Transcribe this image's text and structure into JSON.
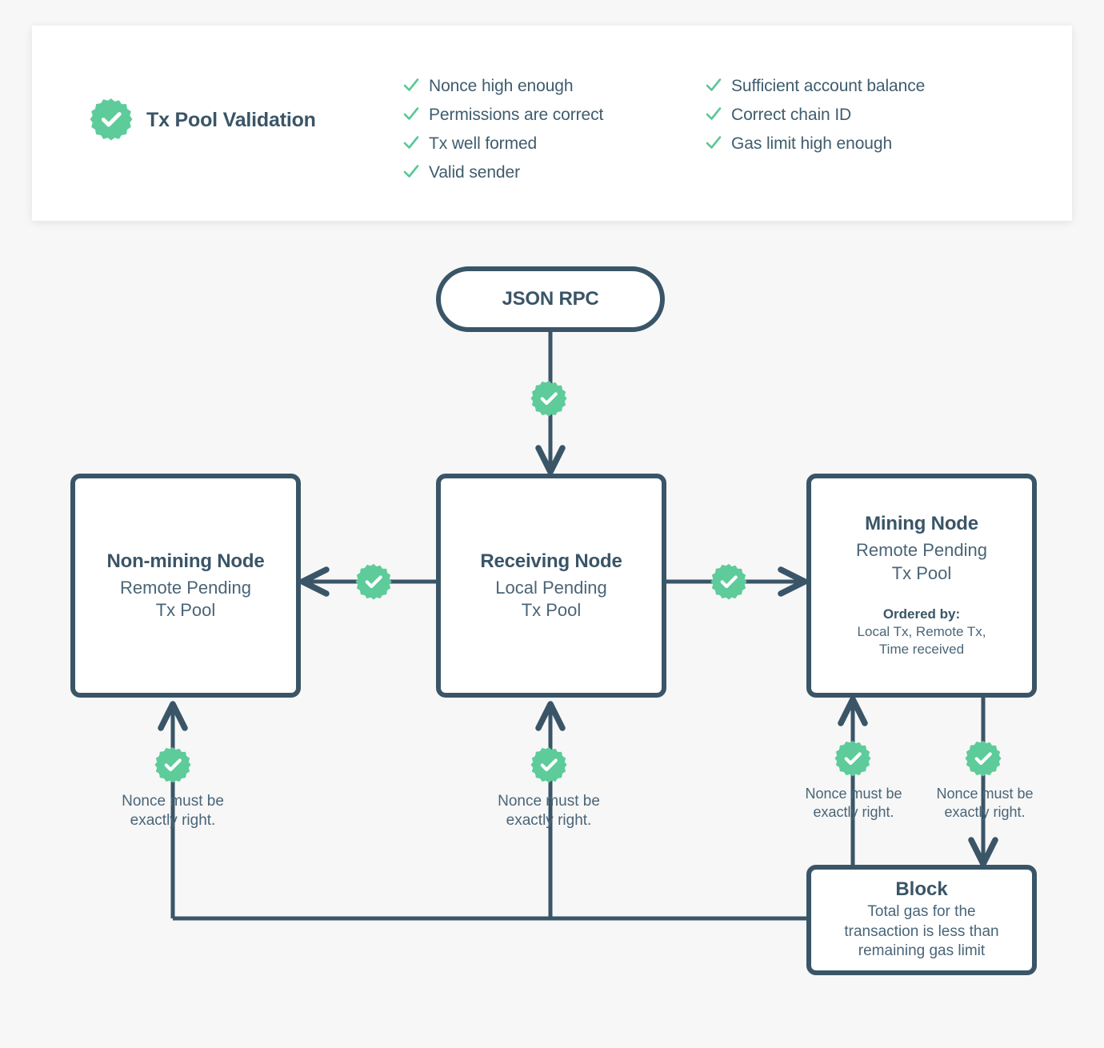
{
  "colors": {
    "background": "#f7f7f7",
    "card": "#ffffff",
    "ink": "#3a5567",
    "ink_soft": "#4a6577",
    "accent_green": "#5ecb9a",
    "check_green": "#59c896"
  },
  "header": {
    "badge_icon": "check-badge-icon",
    "title": "Tx Pool Validation",
    "checks_left": [
      "Nonce high enough",
      "Permissions are correct",
      "Tx well formed",
      "Valid sender"
    ],
    "checks_right": [
      "Sufficient account balance",
      "Correct chain ID",
      "Gas limit high enough"
    ]
  },
  "diagram": {
    "json_rpc": {
      "title": "JSON RPC"
    },
    "non_mining_node": {
      "title": "Non-mining Node",
      "subtitle": "Remote Pending\nTx Pool"
    },
    "receiving_node": {
      "title": "Receiving Node",
      "subtitle": "Local Pending\nTx Pool"
    },
    "mining_node": {
      "title": "Mining Node",
      "subtitle": "Remote Pending\nTx Pool",
      "ordered_label": "Ordered by:",
      "ordered_value": "Local Tx, Remote Tx,\nTime received"
    },
    "block": {
      "title": "Block",
      "subtitle": "Total gas for the\ntransaction is less than\nremaining gas limit"
    },
    "edge_captions": {
      "c1": "Nonce must be\nexactly right.",
      "c2": "Nonce must be\nexactly right.",
      "c3": "Nonce must be\nexactly right.",
      "c4": "Nonce must be\nexactly right."
    },
    "edge_badge_icon": "check-badge-icon"
  }
}
